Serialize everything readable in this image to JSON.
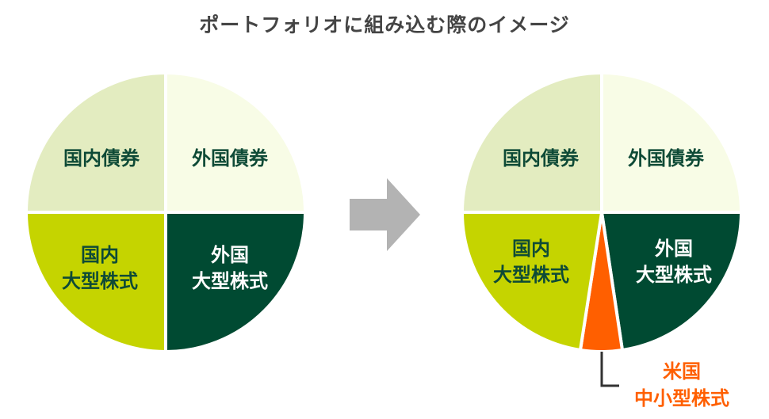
{
  "title": "ポートフォリオに組み込む際のイメージ",
  "colors": {
    "domestic_bond": "#e3ecc0",
    "foreign_bond": "#f8fce6",
    "domestic_equity": "#c5d400",
    "foreign_equity": "#004a32",
    "us_smallmid": "#ff5f00",
    "label_dark": "#0e4a36",
    "label_light": "#ffffff",
    "arrow": "#b3b3b3",
    "leader": "#333333"
  },
  "before": {
    "domestic_bond": "国内債券",
    "foreign_bond": "外国債券",
    "domestic_equity": [
      "国内",
      "大型株式"
    ],
    "foreign_equity": [
      "外国",
      "大型株式"
    ]
  },
  "after": {
    "domestic_bond": "国内債券",
    "foreign_bond": "外国債券",
    "domestic_equity": [
      "国内",
      "大型株式"
    ],
    "foreign_equity": [
      "外国",
      "大型株式"
    ],
    "us_smallmid": [
      "米国",
      "中小型株式"
    ]
  }
}
